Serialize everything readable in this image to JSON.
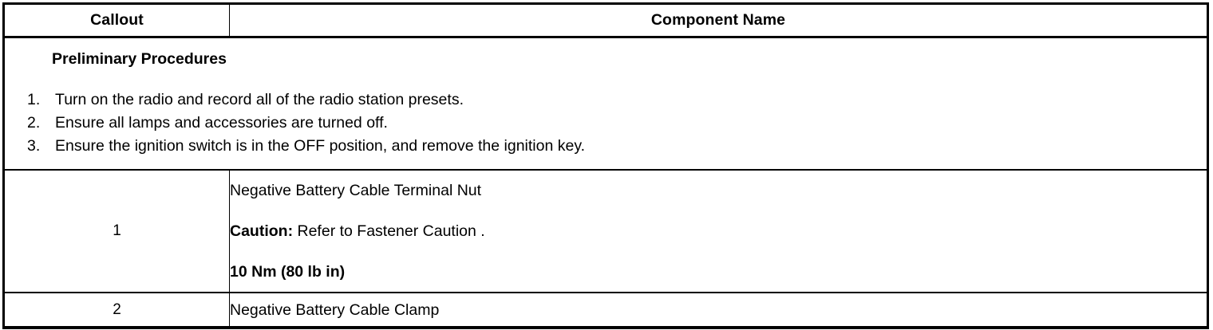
{
  "table": {
    "columns": [
      {
        "key": "callout",
        "label": "Callout"
      },
      {
        "key": "component_name",
        "label": "Component Name"
      }
    ],
    "preliminary": {
      "title": "Preliminary Procedures",
      "steps": [
        {
          "number": "1.",
          "text": "Turn on the radio and record all of the radio station presets."
        },
        {
          "number": "2.",
          "text": "Ensure all lamps and accessories are turned off."
        },
        {
          "number": "3.",
          "text": "Ensure the ignition switch is in the OFF position, and remove the ignition key."
        }
      ]
    },
    "rows": [
      {
        "callout": "1",
        "name_lines": [
          {
            "text": "Negative Battery Cable Terminal Nut",
            "bold_prefix": "",
            "bold": false
          },
          {
            "text": "Refer to Fastener Caution .",
            "bold_prefix": "Caution:",
            "bold": false
          },
          {
            "text": "10 Nm (80 lb in)",
            "bold_prefix": "",
            "bold": true
          }
        ]
      },
      {
        "callout": "2",
        "name_lines": [
          {
            "text": "Negative Battery Cable Clamp",
            "bold_prefix": "",
            "bold": false
          }
        ]
      }
    ]
  },
  "colors": {
    "border": "#000000",
    "text": "#000000",
    "background": "#ffffff"
  }
}
